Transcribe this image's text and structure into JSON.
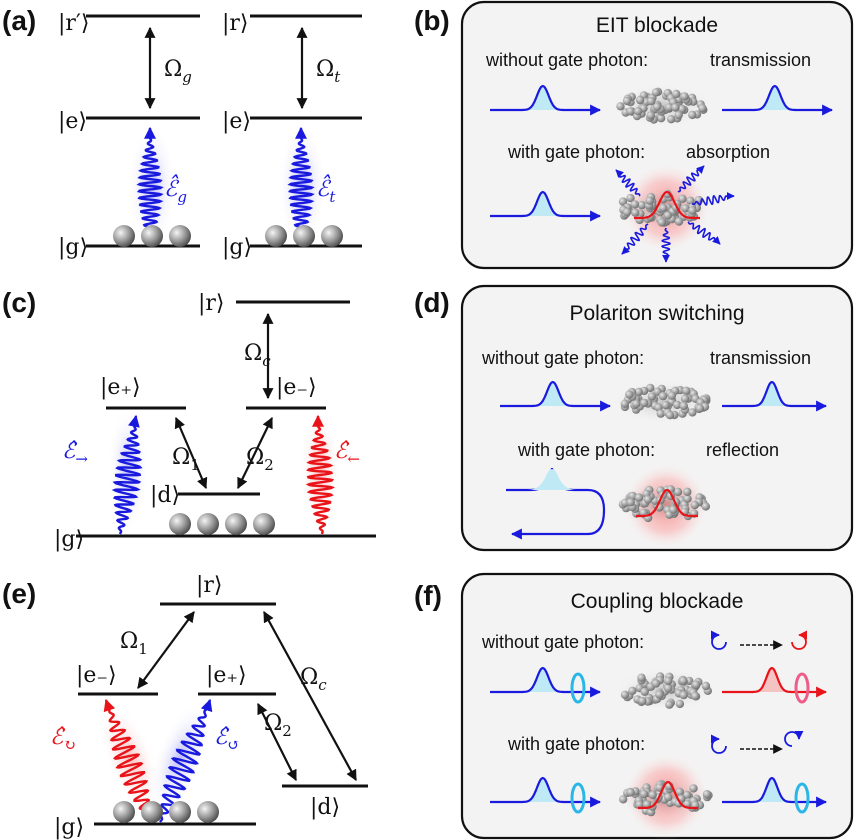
{
  "panel_labels": {
    "a": "(a)",
    "b": "(b)",
    "c": "(c)",
    "d": "(d)",
    "e": "(e)",
    "f": "(f)"
  },
  "a": {
    "r_prime": "|r′⟩",
    "r": "|r⟩",
    "e1": "|e⟩",
    "e2": "|e⟩",
    "g1": "|g⟩",
    "g2": "|g⟩",
    "omega_g": "Ω",
    "omega_g_sub": "g",
    "omega_t": "Ω",
    "omega_t_sub": "t",
    "field_g": "ℰ̂",
    "field_g_sub": "g",
    "field_t": "ℰ̂",
    "field_t_sub": "t"
  },
  "b": {
    "title": "EIT blockade",
    "line1_left": "without gate photon:",
    "line1_right": "transmission",
    "line2_left": "with gate photon:",
    "line2_right": "absorption"
  },
  "c": {
    "r": "|r⟩",
    "e_plus": "|e₊⟩",
    "e_minus": "|e₋⟩",
    "d": "|d⟩",
    "g": "|g⟩",
    "omega_c": "Ω",
    "omega_c_sub": "c",
    "omega_1": "Ω",
    "omega_1_sub": "1",
    "omega_2": "Ω",
    "omega_2_sub": "2",
    "field_right": "ℰ̂",
    "field_right_sub": "→",
    "field_left": "ℰ̂",
    "field_left_sub": "←"
  },
  "d": {
    "title": "Polariton switching",
    "line1_left": "without gate photon:",
    "line1_right": "transmission",
    "line2_left": "with gate photon:",
    "line2_right": "reflection"
  },
  "e": {
    "r": "|r⟩",
    "e_minus": "|e₋⟩",
    "e_plus": "|e₊⟩",
    "d": "|d⟩",
    "g": "|g⟩",
    "omega_1": "Ω",
    "omega_1_sub": "1",
    "omega_2": "Ω",
    "omega_2_sub": "2",
    "omega_c": "Ω",
    "omega_c_sub": "c",
    "field_red": "ℰ̂",
    "field_red_sub": "↻",
    "field_blue": "ℰ̂",
    "field_blue_sub": "↺"
  },
  "f": {
    "title": "Coupling blockade",
    "line1_left": "without gate photon:",
    "line2_left": "with gate photon:"
  },
  "colors": {
    "blue": "#1a1adf",
    "red": "#e8141a",
    "cyan": "#2ab6e6",
    "pulse_fill": "#bfe9f5",
    "red_fill": "#f6c3c3"
  }
}
